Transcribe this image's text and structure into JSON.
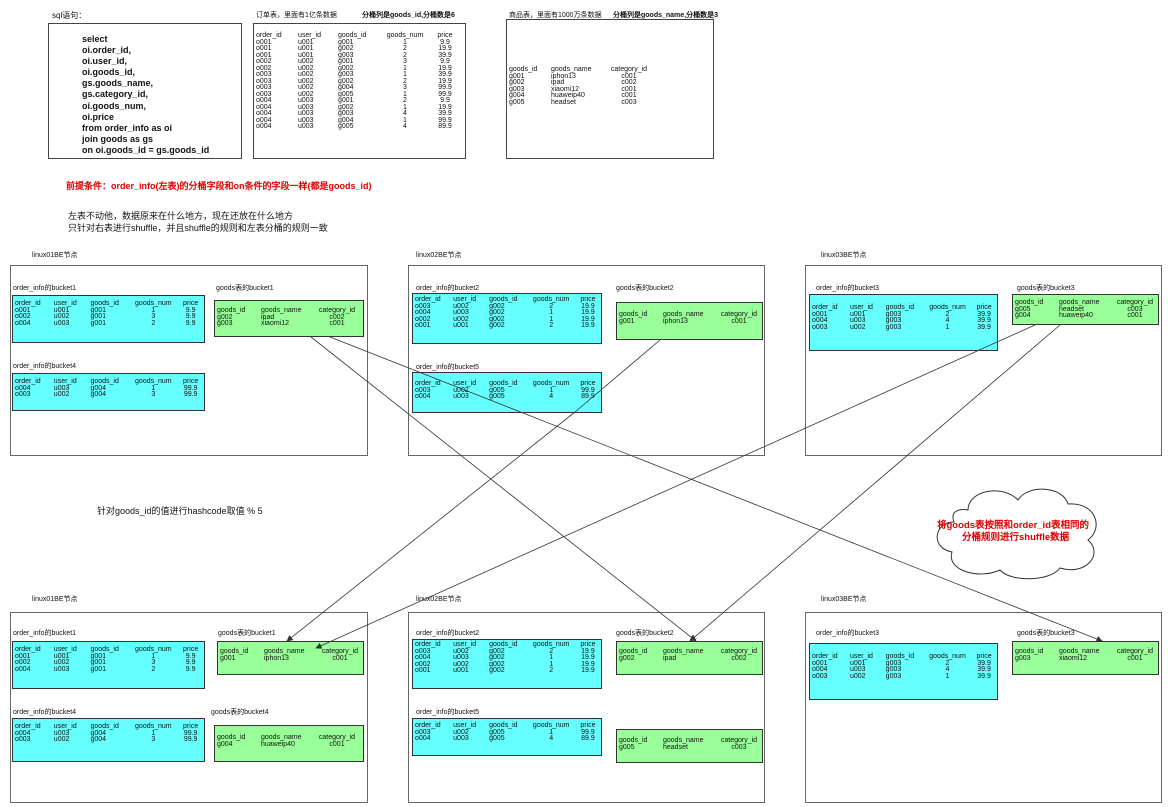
{
  "sql_label": "sql语句：",
  "sql_lines": [
    "select",
    "oi.order_id,",
    "oi.user_id,",
    "oi.goods_id,",
    "gs.goods_name,",
    "gs.category_id,",
    "oi.goods_num,",
    "oi.price",
    "from order_info as oi",
    "join goods as gs",
    "on oi.goods_id = gs.goods_id"
  ],
  "orders_caption": "订单表，里面有1亿条数据",
  "orders_bucket_caption": "分桶列是goods_id,分桶数是6",
  "goods_caption": "商品表，里面有1000万条数据",
  "goods_bucket_caption": "分桶列是goods_name,分桶数是3",
  "orders_table": {
    "headers": [
      "order_id",
      "user_id",
      "goods_id",
      "goods_num",
      "price"
    ],
    "rows": [
      [
        "o001",
        "u001",
        "g001",
        "1",
        "9.9"
      ],
      [
        "o001",
        "u001",
        "g002",
        "2",
        "19.9"
      ],
      [
        "o001",
        "u001",
        "g003",
        "2",
        "39.9"
      ],
      [
        "o002",
        "u002",
        "g001",
        "3",
        "9.9"
      ],
      [
        "o002",
        "u002",
        "g002",
        "1",
        "19.9"
      ],
      [
        "o003",
        "u002",
        "g003",
        "1",
        "39.9"
      ],
      [
        "o003",
        "u002",
        "g002",
        "2",
        "19.9"
      ],
      [
        "o003",
        "u002",
        "g004",
        "3",
        "99.9"
      ],
      [
        "o003",
        "u002",
        "g005",
        "1",
        "99.9"
      ],
      [
        "o004",
        "u003",
        "g001",
        "2",
        "9.9"
      ],
      [
        "o004",
        "u003",
        "g002",
        "1",
        "19.9"
      ],
      [
        "o004",
        "u003",
        "g003",
        "4",
        "39.9"
      ],
      [
        "o004",
        "u003",
        "g004",
        "1",
        "99.9"
      ],
      [
        "o004",
        "u003",
        "g005",
        "4",
        "89.9"
      ]
    ]
  },
  "goods_table": {
    "headers": [
      "goods_id",
      "goods_name",
      "category_id"
    ],
    "rows": [
      [
        "g001",
        "iphon13",
        "c001"
      ],
      [
        "g002",
        "ipad",
        "c002"
      ],
      [
        "g003",
        "xiaomi12",
        "c001"
      ],
      [
        "g004",
        "huaweip40",
        "c001"
      ],
      [
        "g005",
        "headset",
        "c003"
      ]
    ]
  },
  "premise": "前提条件：order_info(左表)的分桶字段和on条件的字段一样(都是goods_id)",
  "explain_line1": "左表不动他，数据原来在什么地方，现在还放在什么地方",
  "explain_line2": "只针对右表进行shuffle，并且shuffle的规则和左表分桶的规则一致",
  "hash_note": "针对goods_id的值进行hashcode取值 % 5",
  "cloud_line1": "将goods表按照和order_id表相同的",
  "cloud_line2": "分桶规则进行shuffle数据",
  "node_labels": [
    "linux01BE节点",
    "linux02BE节点",
    "linux03BE节点"
  ],
  "bucket_labels": {
    "oi1": "order_info的bucket1",
    "oi2": "order_info的bucket2",
    "oi3": "order_info的bucket3",
    "oi4": "order_info的bucket4",
    "oi5": "order_info的bucket5",
    "gs1": "goods表的bucket1",
    "gs2": "goods表的bucket2",
    "gs3": "goods表的bucket3",
    "gs4": "goods表的bucket4"
  },
  "top": {
    "oi1": [
      [
        "o001",
        "u001",
        "g001",
        "1",
        "9.9"
      ],
      [
        "o002",
        "u002",
        "g001",
        "3",
        "9.9"
      ],
      [
        "o004",
        "u003",
        "g001",
        "2",
        "9.9"
      ]
    ],
    "oi4": [
      [
        "o004",
        "u003",
        "g004",
        "1",
        "99.9"
      ],
      [
        "o003",
        "u002",
        "g004",
        "3",
        "99.9"
      ]
    ],
    "oi2": [
      [
        "o003",
        "u002",
        "g002",
        "2",
        "19.9"
      ],
      [
        "o004",
        "u003",
        "g002",
        "1",
        "19.9"
      ],
      [
        "o002",
        "u002",
        "g002",
        "1",
        "19.9"
      ],
      [
        "o001",
        "u001",
        "g002",
        "2",
        "19.9"
      ]
    ],
    "oi5": [
      [
        "o003",
        "u002",
        "g005",
        "1",
        "99.9"
      ],
      [
        "o004",
        "u003",
        "g005",
        "4",
        "89.9"
      ]
    ],
    "oi3": [
      [
        "o001",
        "u001",
        "g003",
        "2",
        "39.9"
      ],
      [
        "o004",
        "u003",
        "g003",
        "4",
        "39.9"
      ],
      [
        "o003",
        "u002",
        "g003",
        "1",
        "39.9"
      ]
    ],
    "gs1": [
      [
        "g002",
        "ipad",
        "c002"
      ],
      [
        "g003",
        "xiaomi12",
        "c001"
      ]
    ],
    "gs2": [
      [
        "g001",
        "iphon13",
        "c001"
      ]
    ],
    "gs3": [
      [
        "g005",
        "headset",
        "c003"
      ],
      [
        "g004",
        "huaweip40",
        "c001"
      ]
    ]
  },
  "bottom": {
    "oi1": [
      [
        "o001",
        "u001",
        "g001",
        "1",
        "9.9"
      ],
      [
        "o002",
        "u002",
        "g001",
        "3",
        "9.9"
      ],
      [
        "o004",
        "u003",
        "g001",
        "2",
        "9.9"
      ]
    ],
    "oi4": [
      [
        "o004",
        "u003",
        "g004",
        "1",
        "99.9"
      ],
      [
        "o003",
        "u002",
        "g004",
        "3",
        "99.9"
      ]
    ],
    "oi2": [
      [
        "o003",
        "u002",
        "g002",
        "2",
        "19.9"
      ],
      [
        "o004",
        "u003",
        "g002",
        "1",
        "19.9"
      ],
      [
        "o002",
        "u002",
        "g002",
        "1",
        "19.9"
      ],
      [
        "o001",
        "u001",
        "g002",
        "2",
        "19.9"
      ]
    ],
    "oi5": [
      [
        "o003",
        "u002",
        "g005",
        "1",
        "99.9"
      ],
      [
        "o004",
        "u003",
        "g005",
        "4",
        "89.9"
      ]
    ],
    "oi3": [
      [
        "o001",
        "u001",
        "g003",
        "2",
        "39.9"
      ],
      [
        "o004",
        "u003",
        "g003",
        "4",
        "39.9"
      ],
      [
        "o003",
        "u002",
        "g003",
        "1",
        "39.9"
      ]
    ],
    "gs1": [
      [
        "g001",
        "iphon13",
        "c001"
      ]
    ],
    "gs4": [
      [
        "g004",
        "huaweip40",
        "c001"
      ]
    ],
    "gs2": [
      [
        "g002",
        "ipad",
        "c002"
      ]
    ],
    "gs5": [
      [
        "g005",
        "headset",
        "c003"
      ]
    ],
    "gs3": [
      [
        "g003",
        "xiaomi12",
        "c001"
      ]
    ]
  },
  "colors": {
    "order_bucket": "#66ffff",
    "goods_bucket": "#99ff99",
    "premise": "#e00000",
    "line": "#333333"
  }
}
